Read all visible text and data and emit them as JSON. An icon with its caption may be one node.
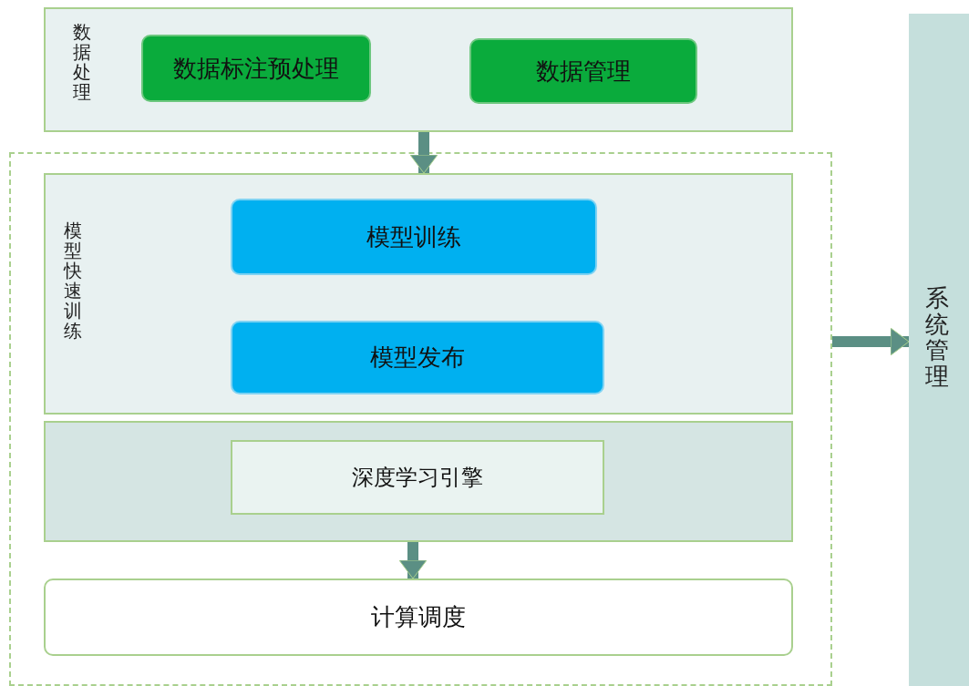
{
  "diagram": {
    "nodes": [
      {
        "text": [
          "数据处理"
        ]
      },
      {
        "text": [
          "数据标注预处理"
        ],
        "in": 0
      },
      {
        "text": [
          "数据管理"
        ],
        "in": 0
      },
      {
        "text": [],
        "shape": "box"
      },
      {
        "text": [
          "模型快速训练"
        ],
        "in": 3
      },
      {
        "text": [
          "模型训练"
        ],
        "in": 4
      },
      {
        "text": [
          "模型发布"
        ],
        "in": 4
      },
      {
        "text": [],
        "shape": "box",
        "in": 3
      },
      {
        "text": [
          "深度学习引擎"
        ],
        "in": 7
      },
      {
        "text": [
          "计算调度"
        ],
        "in": 3
      },
      {
        "text": [
          "系统管理"
        ]
      }
    ],
    "edges": [
      {
        "from": 0,
        "to": 4,
        "arrow": "to"
      },
      {
        "from": 7,
        "to": 9,
        "arrow": "to"
      },
      {
        "from": 3,
        "to": 10,
        "arrow": "to"
      }
    ]
  }
}
